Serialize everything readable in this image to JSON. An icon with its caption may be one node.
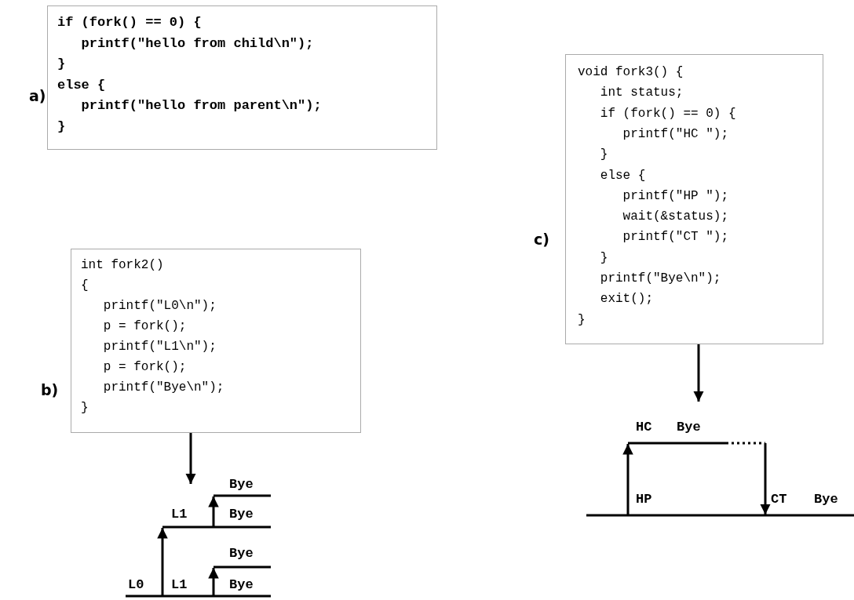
{
  "diagram": {
    "nodes": [
      {
        "text": [
          "if (fork() == 0) {",
          "printf(\"hello from child\\n\");",
          "}",
          "else {",
          "printf(\"hello from parent\\n\");",
          "}"
        ],
        "beside": [
          "a)"
        ]
      },
      {
        "text": [
          "int fork2()",
          "{",
          "printf(\"L0\\n\");",
          "p = fork();",
          "printf(\"L1\\n\");",
          "p = fork();",
          "printf(\"Bye\\n\");",
          "}"
        ],
        "beside": [
          "b)"
        ]
      },
      {
        "text": [
          "void fork3() {",
          "int status;",
          "if (fork() == 0) {",
          "printf(\"HC \");",
          "}",
          "else {",
          "printf(\"HP \");",
          "wait(&status);",
          "printf(\"CT \");",
          "}",
          "printf(\"Bye\\n\");",
          "exit();",
          "}"
        ],
        "beside": [
          "c)"
        ]
      },
      {
        "text": [],
        "shape": "picture"
      },
      {
        "text": [],
        "shape": "picture"
      }
    ],
    "edges": [
      {
        "from": 1,
        "to": 3,
        "arrow": "to"
      },
      {
        "from": 2,
        "to": 4,
        "arrow": "to"
      }
    ],
    "labels": [
      "Bye",
      "L1",
      "Bye",
      "Bye",
      "L0",
      "L1",
      "Bye",
      "HC",
      "Bye",
      "HP",
      "CT",
      "Bye"
    ]
  }
}
